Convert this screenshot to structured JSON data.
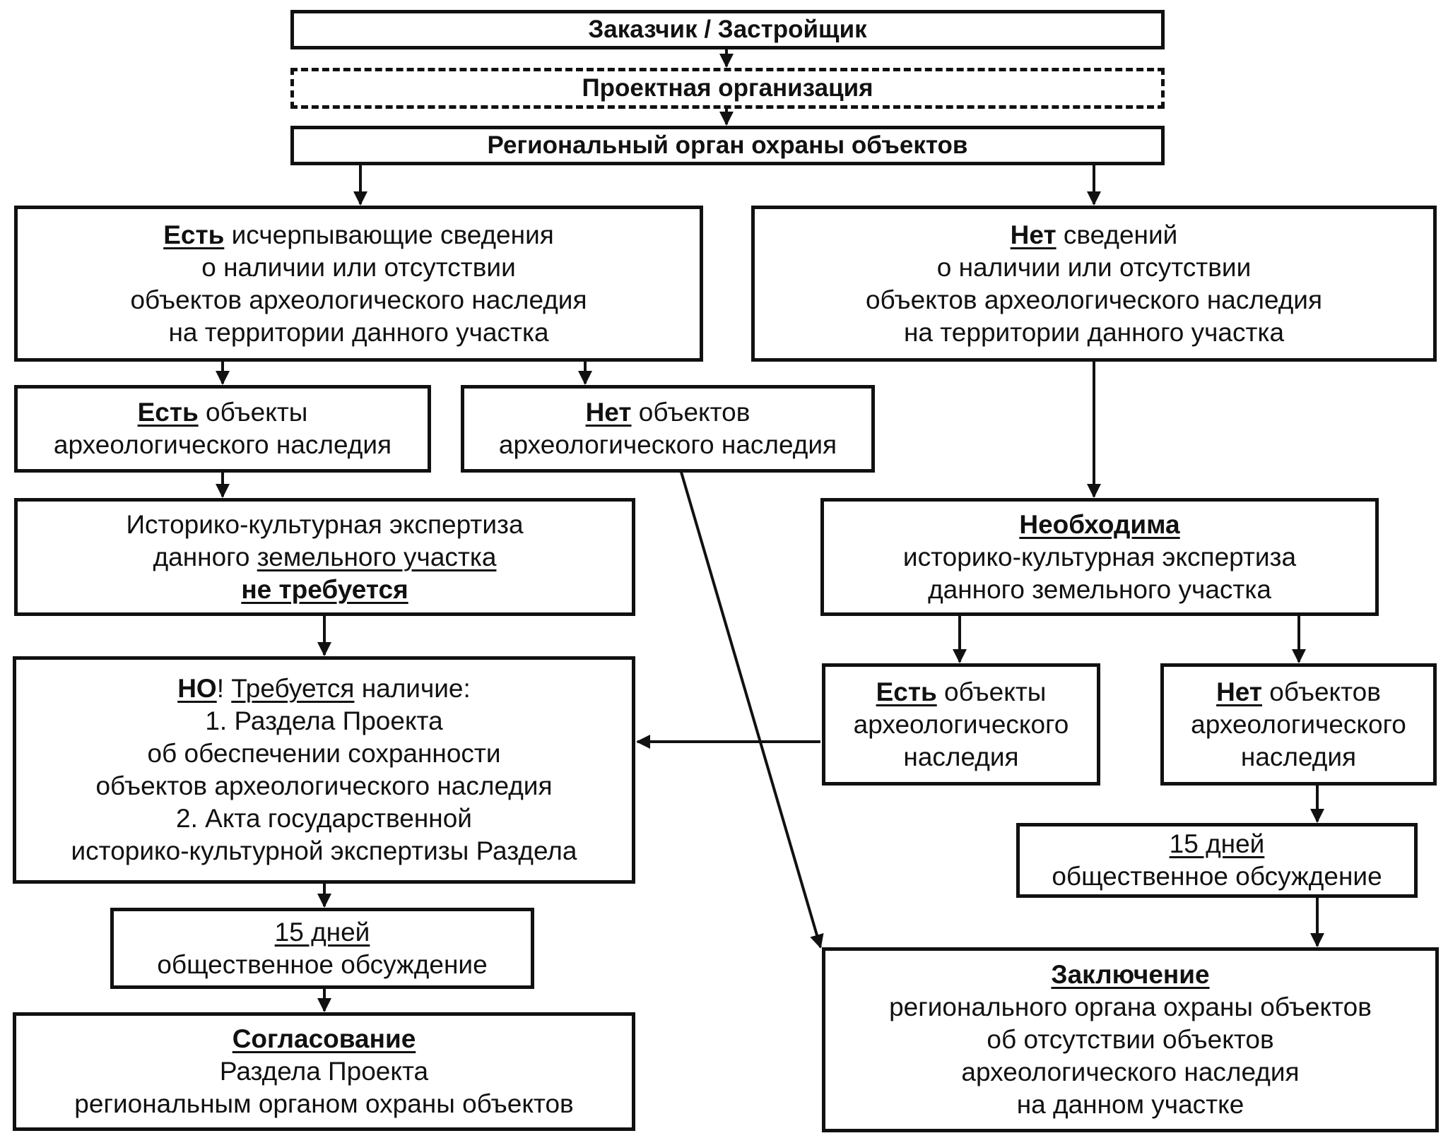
{
  "customer": {
    "label": "Заказчик / Застройщик"
  },
  "designer": {
    "label": "Проектная организация"
  },
  "regional": {
    "label": "Региональный орган охраны объектов"
  },
  "has_info": {
    "keyword": "Есть",
    "rest": " исчерпывающие сведения",
    "l2": "о наличии или отсутствии",
    "l3": "объектов археологического наследия",
    "l4": "на территории данного участка"
  },
  "no_info": {
    "keyword": "Нет",
    "rest": " сведений",
    "l2": "о наличии или отсутствии",
    "l3": "объектов археологического наследия",
    "l4": "на территории данного участка"
  },
  "objects_present_a": {
    "keyword": "Есть",
    "rest": " объекты",
    "l2": "археологического наследия"
  },
  "objects_absent_a": {
    "keyword": "Нет",
    "rest": " объектов",
    "l2": "археологического наследия"
  },
  "expertise_not_required": {
    "l1": "Историко-культурная экспертиза",
    "l2_plain": "данного ",
    "l2_underlined": "земельного участка ",
    "l3": "не требуется"
  },
  "expertise_required": {
    "keyword": "Необходима",
    "l2": "историко-культурная экспертиза",
    "l3": "данного земельного участка"
  },
  "objects_present_b": {
    "keyword": "Есть",
    "rest": " объекты",
    "l2": "археологического",
    "l3": "наследия"
  },
  "objects_absent_b": {
    "keyword": "Нет",
    "rest": " объектов",
    "l2": "археологического",
    "l3": "наследия"
  },
  "but_required": {
    "keyword": "НО",
    "exclaim": "! ",
    "underlined": "Требуется",
    "rest": " наличие:",
    "l2": "1. Раздела Проекта",
    "l3": "об обеспечении сохранности",
    "l4": "объектов археологического наследия",
    "l5": "2. Акта государственной",
    "l6": "историко-культурной экспертизы Раздела"
  },
  "discussion_left": {
    "days": "15 дней",
    "l2": "общественное обсуждение"
  },
  "discussion_right": {
    "days": "15 дней",
    "l2": "общественное обсуждение"
  },
  "approval": {
    "keyword": "Согласование",
    "l2": "Раздела Проекта",
    "l3": "региональным органом охраны объектов"
  },
  "conclusion": {
    "keyword": "Заключение",
    "l2": "регионального органа охраны объектов",
    "l3": "об отсутствии объектов",
    "l4": "археологического наследия",
    "l5": "на данном участке"
  }
}
